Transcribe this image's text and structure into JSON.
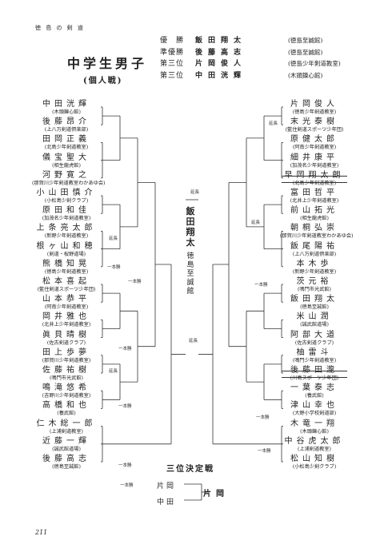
{
  "header": {
    "book": "徳 島 の 剣 道"
  },
  "title": "中学生男子",
  "subtitle": "(個人戦)",
  "results": [
    {
      "rank": "優　勝",
      "name": "飯田翔太",
      "club": "(徳島至誠館)"
    },
    {
      "rank": "準優勝",
      "name": "後藤高志",
      "club": "(徳島至誠館)"
    },
    {
      "rank": "第三位",
      "name": "片岡俊人",
      "club": "(徳島少年剣道教室)"
    },
    {
      "rank": "第三位",
      "name": "中田洸輝",
      "club": "(木頭錬心館)"
    }
  ],
  "left": [
    {
      "name": "中田洸輝",
      "club": "(木頭錬心館)"
    },
    {
      "name": "後藤昂介",
      "club": "(上八万剣道倶楽部)"
    },
    {
      "name": "田岡正義",
      "club": "(北島少年剣道教室)"
    },
    {
      "name": "儀宝聖大",
      "club": "(相生龍虎館)"
    },
    {
      "name": "河野寛之",
      "club": "(那賀川少年剣道教室わかあゆ会)"
    },
    {
      "name": "小山田慎介",
      "club": "(小松島少剣クラブ)"
    },
    {
      "name": "原田和佳",
      "club": "(加茂名少年剣道教室)"
    },
    {
      "name": "上条亮太郎",
      "club": "(新野少年剣道教室)"
    },
    {
      "name": "根ヶ山和穂",
      "club": "(剣道・桜野道場)"
    },
    {
      "name": "熊橋知晃",
      "club": "(徳島少年剣道教室)"
    },
    {
      "name": "松本喜起",
      "club": "(藍住剣道スポーツ少年団)"
    },
    {
      "name": "山本恭平",
      "club": "(阿南少年剣道教室)"
    },
    {
      "name": "岡井雅也",
      "club": "(北井上少年剣道教室)"
    },
    {
      "name": "眞貝晴樹",
      "club": "(佐古剣道クラブ)"
    },
    {
      "name": "田上歩夢",
      "club": "(那賀川少年剣道教室)"
    },
    {
      "name": "佐藤祐樹",
      "club": "(鳴門市光武館)"
    },
    {
      "name": "鳴滝悠希",
      "club": "(吉野川少年剣道教室)"
    },
    {
      "name": "高橋和也",
      "club": "(養武館)"
    },
    {
      "name": "仁木総一郎",
      "club": "(上浦剣道教室)"
    },
    {
      "name": "近藤一輝",
      "club": "(誠武館道場)"
    },
    {
      "name": "後藤高志",
      "club": "(徳島至誠館)"
    }
  ],
  "right": [
    {
      "name": "片岡俊人",
      "club": "(徳島少年剣道教室)"
    },
    {
      "name": "末光泰樹",
      "club": "(藍住剣道スポーツ少年団)"
    },
    {
      "name": "原健太郎",
      "club": "(阿南少年剣道教室)"
    },
    {
      "name": "細井康平",
      "club": "(加茂名少年剣道教室)"
    },
    {
      "name": "早岡翔太朗",
      "club": "(北島少年剣道教室)"
    },
    {
      "name": "富田哲平",
      "club": "(北井上少年剣道教室)"
    },
    {
      "name": "前山拓光",
      "club": "(相生龍虎館)"
    },
    {
      "name": "朝桐弘崇",
      "club": "(那賀川少年剣道教室わかあゆ会)"
    },
    {
      "name": "飯尾陽祐",
      "club": "(上八万剣道倶楽部)"
    },
    {
      "name": "本木歩",
      "club": "(新野少年剣道教室)"
    },
    {
      "name": "茨元裕",
      "club": "(鳴門市光武館)"
    },
    {
      "name": "飯田翔太",
      "club": "(徳島至誠館)"
    },
    {
      "name": "米山潤",
      "club": "(誠武館道場)"
    },
    {
      "name": "阿部大道",
      "club": "(佐古剣道クラブ)"
    },
    {
      "name": "柚雷斗",
      "club": "(鳴門少年剣道教室)"
    },
    {
      "name": "後藤田瀧",
      "club": "(川島スポーツ少年団)"
    },
    {
      "name": "一葉泰志",
      "club": "(養武館)"
    },
    {
      "name": "津山幸也",
      "club": "(大野小学校剣道部)"
    },
    {
      "name": "木竜一翔",
      "club": "(木頭錬心館)"
    },
    {
      "name": "中谷虎太郎",
      "club": "(上浦剣道教室)"
    },
    {
      "name": "松山知樹",
      "club": "(小松島少剣クラブ)"
    }
  ],
  "champion": {
    "name": "飯田翔太",
    "club": "(徳島至誠館)"
  },
  "third_place": {
    "title": "三位決定戦",
    "a": "片岡",
    "b": "中田",
    "winner": "片岡"
  },
  "annotations": {
    "enchou": "延長",
    "ippon": "一本勝"
  },
  "page_number": "211"
}
